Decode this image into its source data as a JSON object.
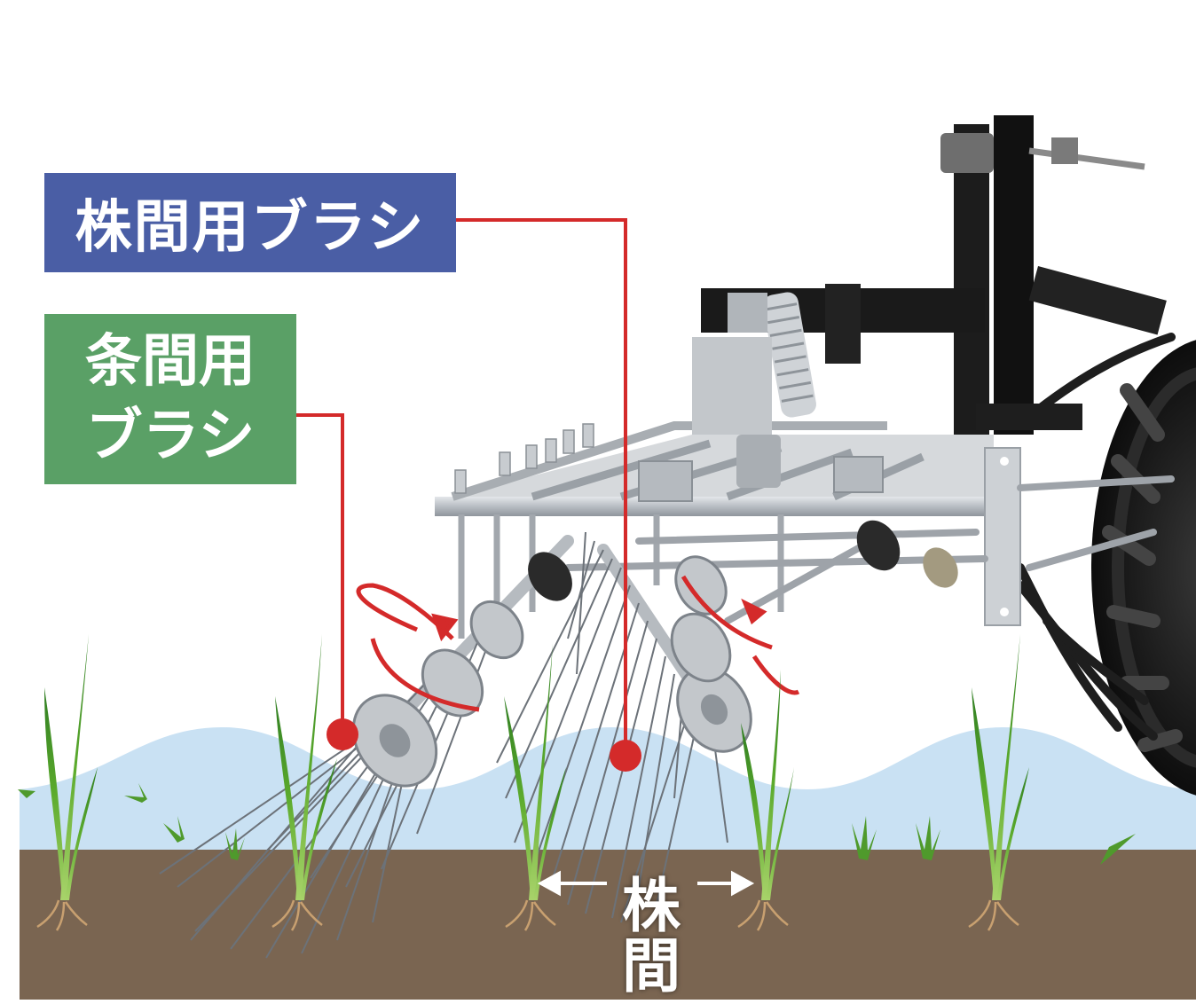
{
  "labels": {
    "intra_row_brush": "株間用ブラシ",
    "inter_row_brush_line1": "条間用",
    "inter_row_brush_line2": "ブラシ",
    "plant_spacing_line1": "株",
    "plant_spacing_line2": "間"
  },
  "colors": {
    "intra_row_label_bg": "#4a5ea5",
    "inter_row_label_bg": "#5aa066",
    "callout_line": "#d42a2a",
    "water": "#c9e1f3",
    "soil": "#7a6551",
    "frame_steel": "#bfc3c8",
    "frame_black": "#1c1c1c",
    "seedling": "#5cab2d"
  },
  "icons": [
    "rotation-arrow-icon",
    "double-arrow-icon",
    "callout-dot-icon"
  ]
}
